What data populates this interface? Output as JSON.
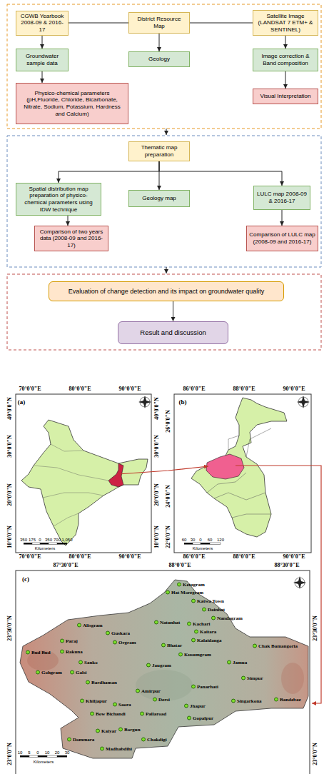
{
  "diagram": {
    "nodes": [
      {
        "text": [
          "CGWB Yearbook 2008-09 & 2016-17"
        ]
      },
      {
        "text": [
          "District Resource Map"
        ]
      },
      {
        "text": [
          "Satellite Image (LANDSAT 7 ETM+ & SENTINEL)"
        ]
      },
      {
        "text": [
          "Groundwater sample data"
        ]
      },
      {
        "text": [
          "Geology"
        ]
      },
      {
        "text": [
          "Image correction & Band composition"
        ]
      },
      {
        "text": [
          "Physico-chemical parameters (pH,Fluoride, Chloride, Bicarbonate, Nitrate, Sodium, Potassium, Hardness and Calcium)"
        ]
      },
      {
        "text": [
          "Visual Interpretation"
        ]
      },
      {
        "text": [
          "Thematic map preparation"
        ]
      },
      {
        "text": [
          "Spatial distribution map preparation of physico-chemical parameters using IDW technique"
        ]
      },
      {
        "text": [
          "Geology map"
        ]
      },
      {
        "text": [
          "LULC map 2008-09 & 2016-17"
        ]
      },
      {
        "text": [
          "Comparison of two years data (2008-09 and 2016-17)"
        ]
      },
      {
        "text": [
          "Comparison of LULC map (2008-09 and 2016-17)"
        ]
      },
      {
        "text": [
          "Evaluation of change detection and its impact on groundwater quality"
        ]
      },
      {
        "text": [
          "Result and discussion"
        ]
      }
    ],
    "edges": [
      {
        "from": 0,
        "to": 1,
        "arrow": "none"
      },
      {
        "from": 1,
        "to": 2,
        "arrow": "none"
      },
      {
        "from": 0,
        "to": 3,
        "arrow": "to"
      },
      {
        "from": 1,
        "to": 4,
        "arrow": "to"
      },
      {
        "from": 2,
        "to": 5,
        "arrow": "to"
      },
      {
        "from": 3,
        "to": 6,
        "arrow": "to"
      },
      {
        "from": 5,
        "to": 7,
        "arrow": "to"
      },
      {
        "from": 8,
        "to": 9,
        "arrow": "to"
      },
      {
        "from": 8,
        "to": 10,
        "arrow": "to"
      },
      {
        "from": 8,
        "to": 11,
        "arrow": "to"
      },
      {
        "from": 9,
        "to": 12,
        "arrow": "to"
      },
      {
        "from": 11,
        "to": 13,
        "arrow": "to"
      },
      {
        "from": 14,
        "to": 15,
        "arrow": "to"
      }
    ],
    "labels": [
      "(a)",
      "70°0'0\"E",
      "80°0'0\"E",
      "90°0'0\"E",
      "40°0'0\"N",
      "30°0'0\"N",
      "20°0'0\"N",
      "10°0'0\"N",
      "40°0'0\"N",
      "30°0'0\"N",
      "20°0'0\"N",
      "10°0'0\"N",
      "70°0'0\"E",
      "80°0'0\"E",
      "90°0'0\"E",
      "350",
      "175",
      "0",
      "350",
      "700",
      "1,050",
      "Kilometers",
      "(b)",
      "86°0'0\"E",
      "88°0'0\"E",
      "90°0'0\"E",
      "26°0'0\"N",
      "24°0'0\"N",
      "22°0'0\"N",
      "86°0'0\"E",
      "88°0'0\"E",
      "90°0'0\"E",
      "60",
      "30",
      "0",
      "60",
      "120",
      "Kilometers",
      "(c)",
      "87°30'0\"E",
      "88°0'0\"E",
      "88°30'0\"E",
      "23°30'0\"N",
      "23°0'0\"N",
      "23°30'0\"N",
      "23°0'0\"N",
      "10",
      "5",
      "0",
      "10",
      "20",
      "30",
      "Kilometers",
      "Ketugram",
      "Hat Moregram",
      "Katwa Town",
      "Dainhat",
      "Nandagram",
      "Natunhat",
      "Kachari",
      "Kaitara",
      "Alisgram",
      "Guskara",
      "Orgram",
      "Paraj",
      "Bud Bud",
      "Rakuna",
      "Bhatar",
      "Kalaidanga",
      "Chak Bamangoria",
      "Kusumgram",
      "Jamua",
      "Sanko",
      "Jaugram",
      "Gohgram",
      "Galsi",
      "Bardhaman",
      "Simpur",
      "Panarhati",
      "Amirpur",
      "Bandebaz",
      "Singarkona",
      "Khiljapur",
      "Dersi",
      "Saora",
      "Jhapur",
      "Bow Bichandi",
      "Pallaroad",
      "Gopalpur",
      "Kaiyar",
      "Borgun",
      "Dommara",
      "Chakdigi",
      "Madhabdihi"
    ]
  }
}
